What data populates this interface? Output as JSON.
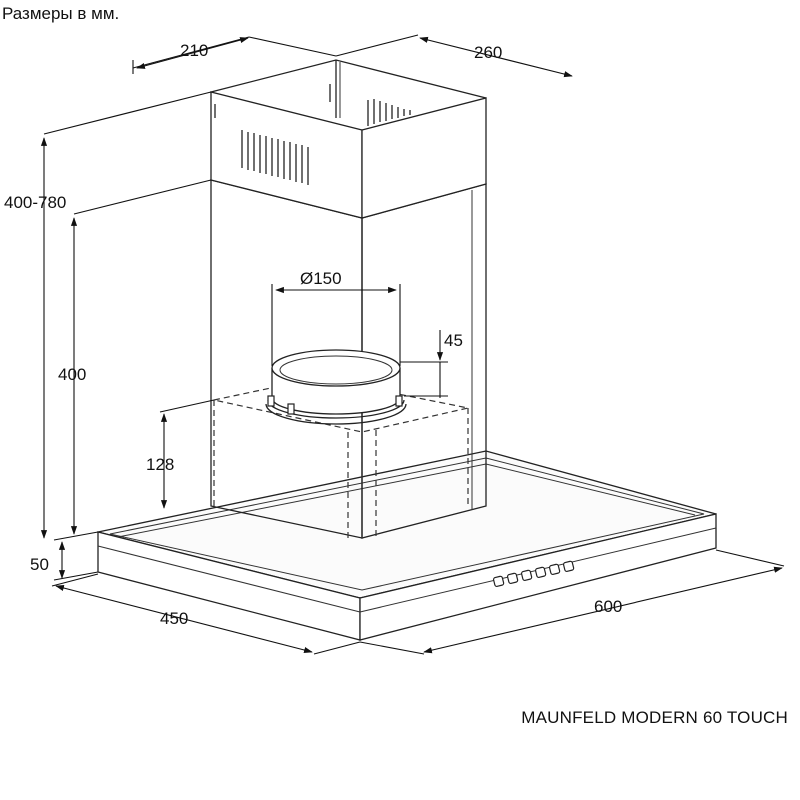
{
  "header": {
    "units_note": "Размеры в мм."
  },
  "footer": {
    "model_name": "MAUNFELD MODERN 60 TOUCH"
  },
  "dimensions": {
    "chimney_depth": "210",
    "chimney_width": "260",
    "chimney_height_range": "400-780",
    "body_height": "400",
    "outlet_diameter": "Ø150",
    "outlet_height": "45",
    "motor_block_height": "128",
    "canopy_thickness": "50",
    "canopy_depth": "450",
    "canopy_width": "600"
  },
  "control_panel": {
    "button_count": 6
  }
}
